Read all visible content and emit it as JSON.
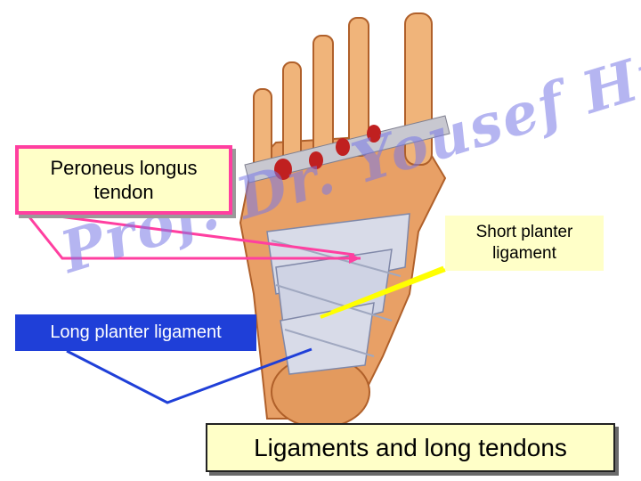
{
  "labels": {
    "peroneus": "Peroneus longus tendon",
    "short_planter": "Short planter ligament",
    "long_planter": "Long planter ligament",
    "title": "Ligaments and long tendons"
  },
  "watermark": "Prof. Dr. Yousef Hussein",
  "colors": {
    "pink": "#ff3fa0",
    "yellow": "#ffff00",
    "blue": "#1f3fd8",
    "bone": "#e8a066",
    "ligament": "#d8dbe8",
    "label_bg": "#ffffc8"
  }
}
